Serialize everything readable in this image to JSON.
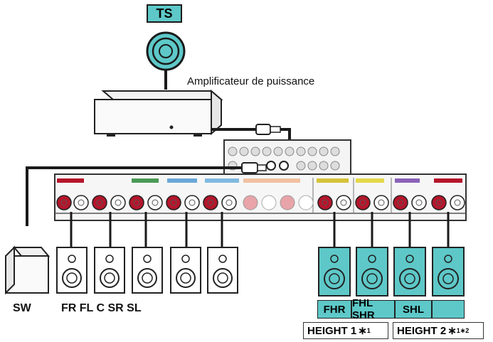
{
  "ts_label": "TS",
  "amp_label": "Amplificateur de puissance",
  "sw_label": "SW",
  "front_labels": "FR FL C SR SL",
  "height_boxes": [
    "FHR",
    "FHL SHR",
    "SHL",
    ""
  ],
  "groups": {
    "height1": {
      "text": "HEIGHT 1",
      "note": "∗",
      "sup": "1"
    },
    "height2": {
      "text": "HEIGHT 2",
      "note": "∗",
      "sup": "1∗2"
    }
  },
  "colors": {
    "accent": "#5ec8c8",
    "red": "#b5152b"
  }
}
